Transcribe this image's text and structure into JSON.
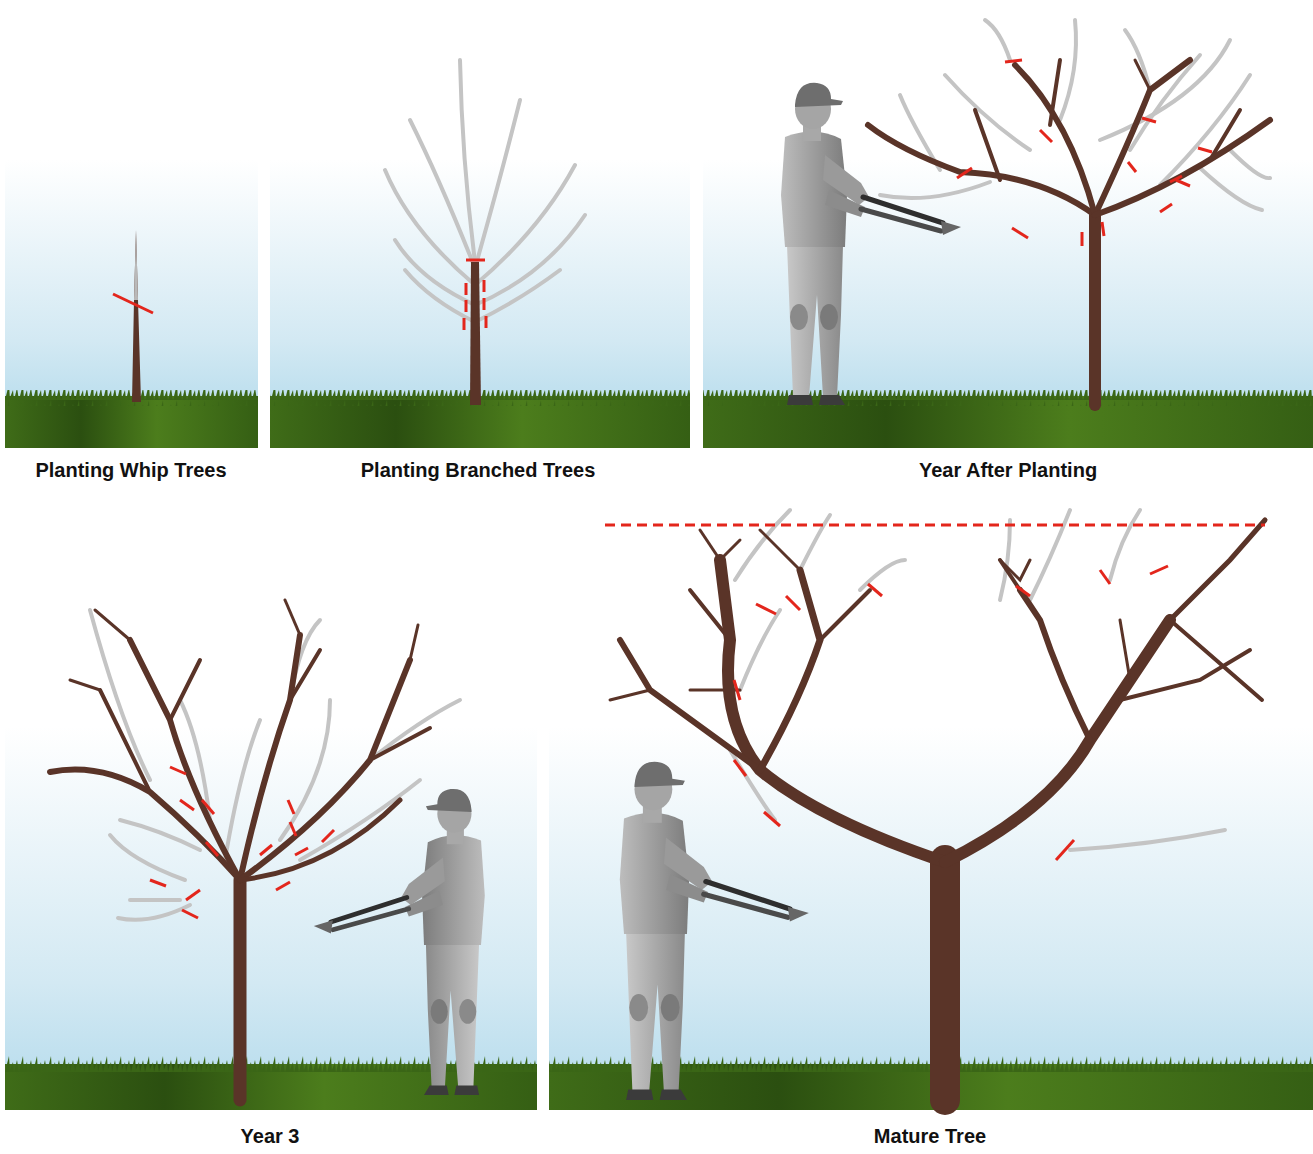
{
  "diagram": {
    "labels": [
      "Planting Whip Trees",
      "Planting Branched Trees",
      "Year After Planting",
      "Year 3",
      "Mature Tree"
    ]
  }
}
